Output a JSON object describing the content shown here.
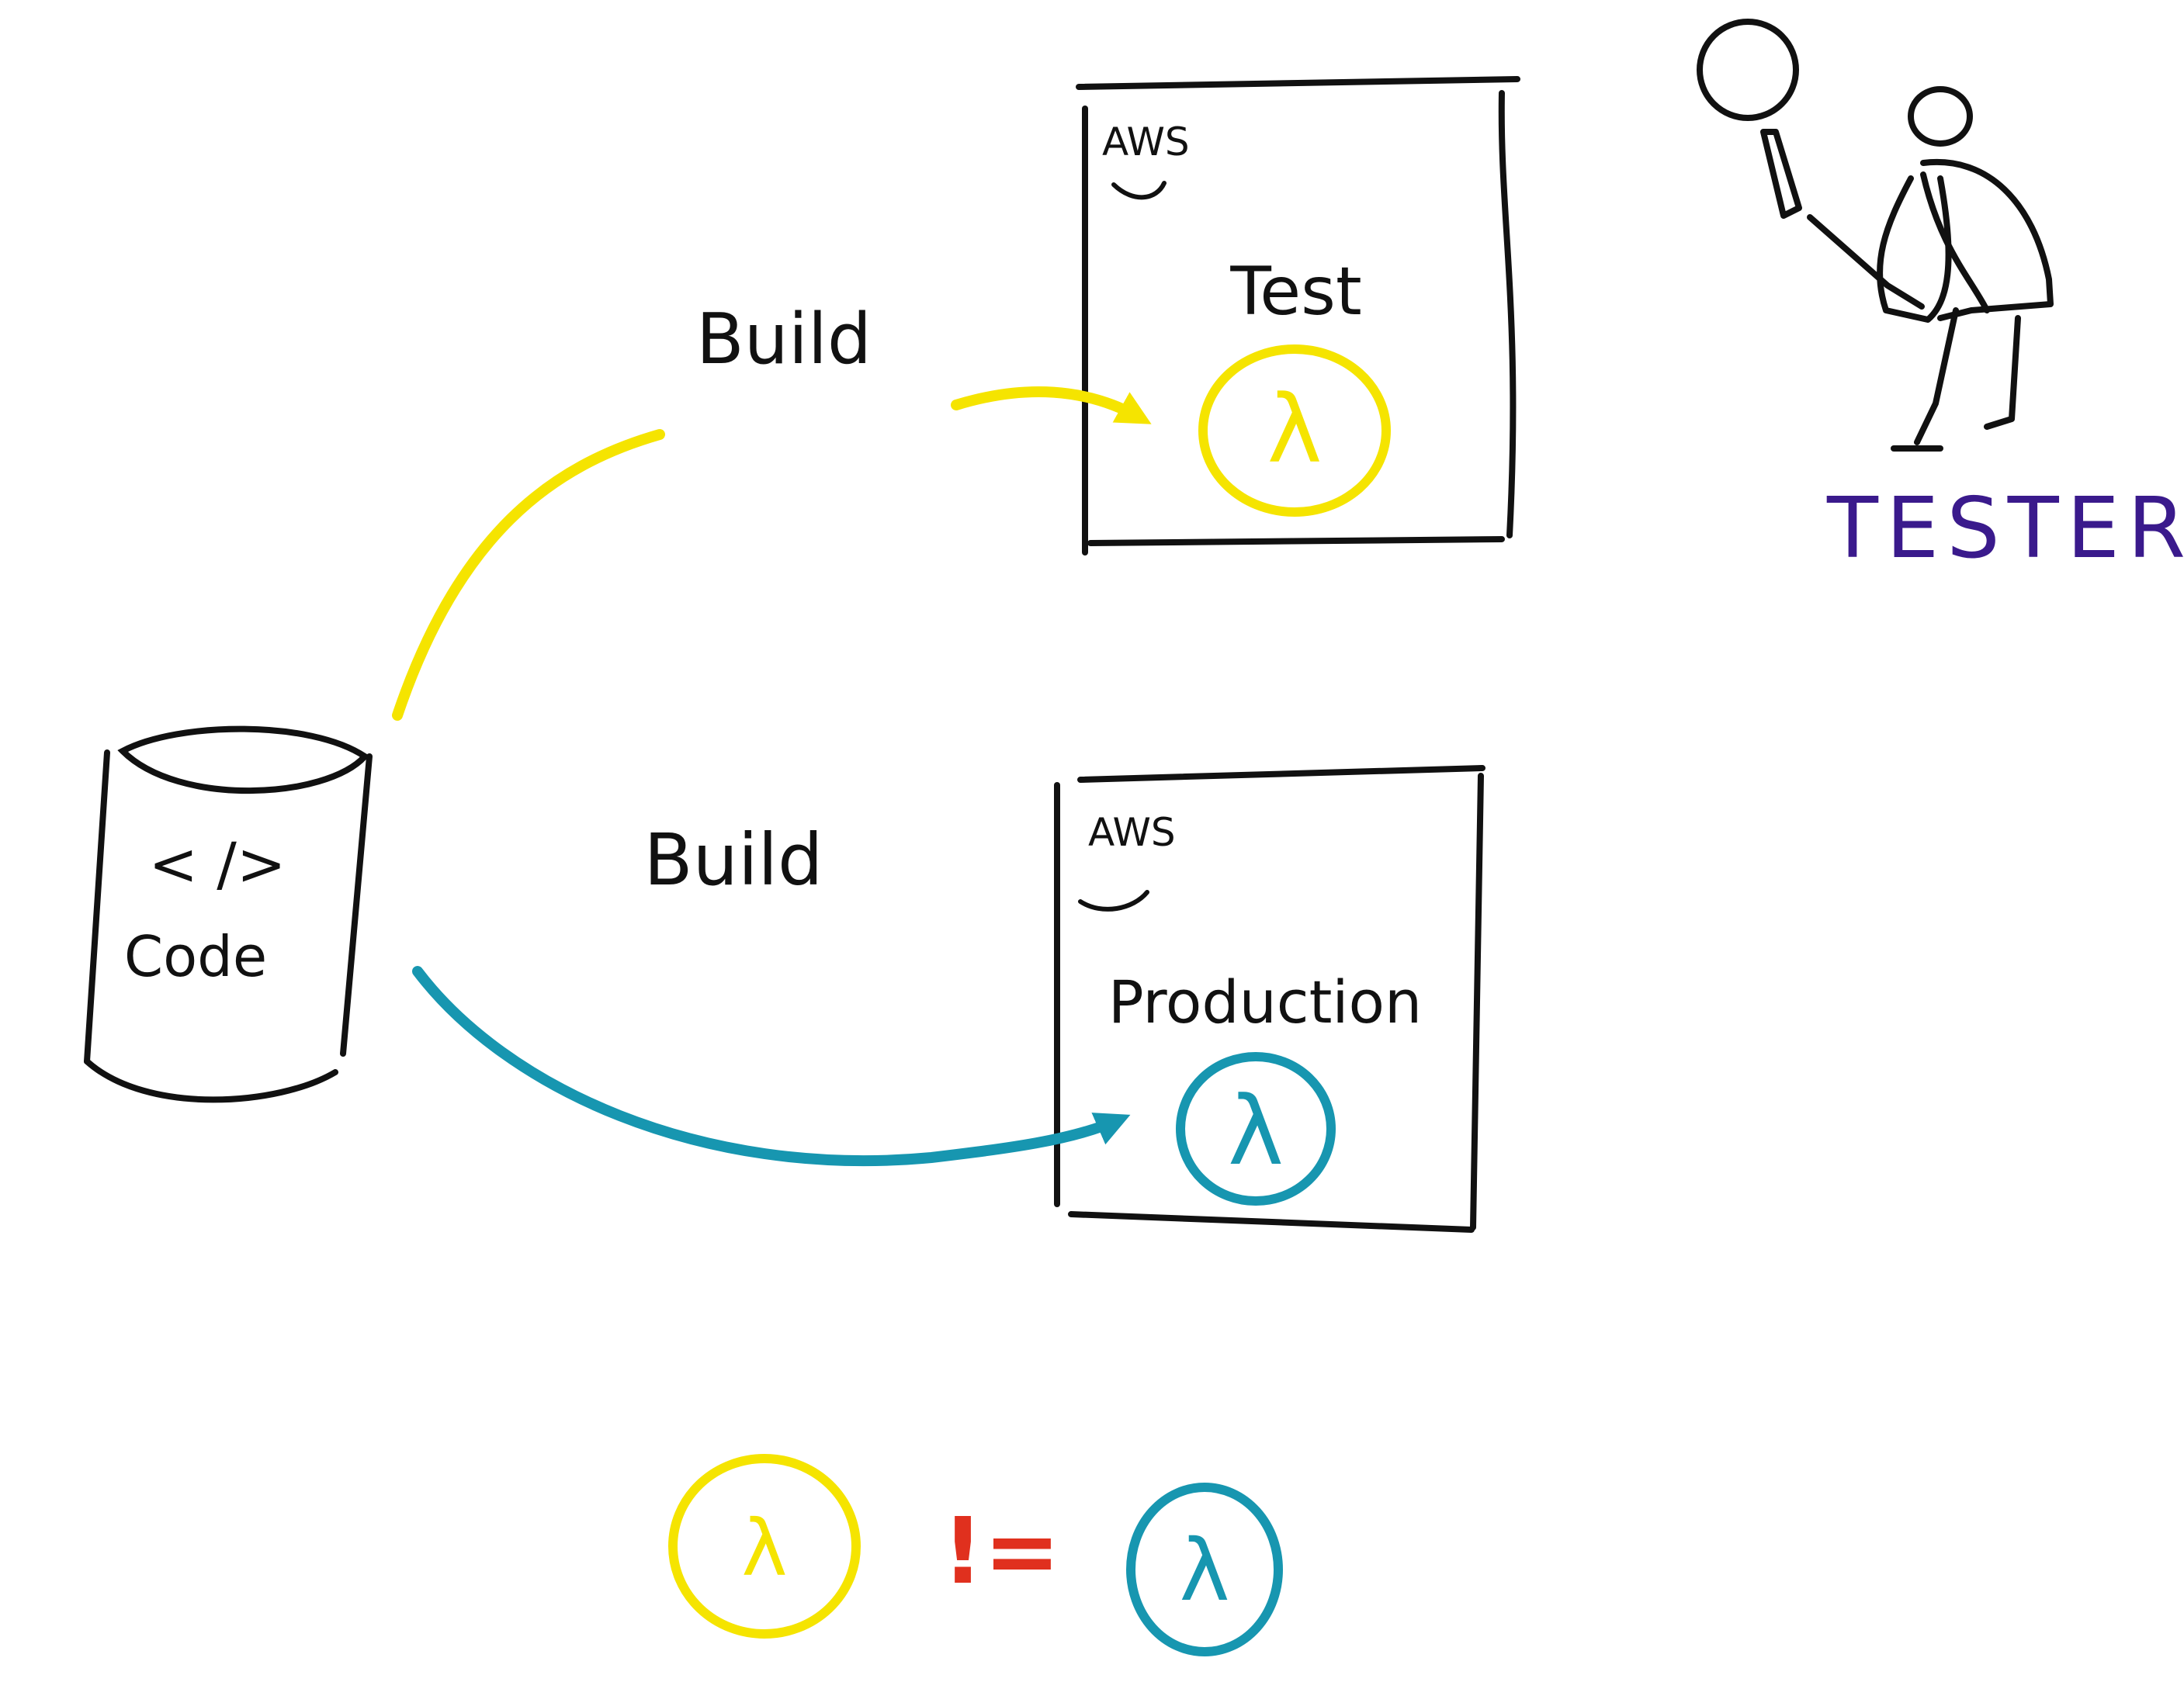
{
  "colors": {
    "ink": "#111111",
    "yellow": "#f5e400",
    "teal": "#1796b0",
    "red": "#e0301e",
    "purple": "#3a1a8c",
    "background": "#ffffff"
  },
  "code_store": {
    "symbol": "< />",
    "label": "Code"
  },
  "test_env": {
    "provider": "AWS",
    "label": "Test",
    "function_symbol": "λ"
  },
  "prod_env": {
    "provider": "AWS",
    "label": "Production",
    "function_symbol": "λ"
  },
  "pipeline": {
    "test_build_label": "Build",
    "prod_build_label": "Build"
  },
  "tester": {
    "label": "TESTER",
    "icon": "person-with-magnifier-icon"
  },
  "legend": {
    "left_symbol": "λ",
    "operator": "!=",
    "right_symbol": "λ"
  }
}
